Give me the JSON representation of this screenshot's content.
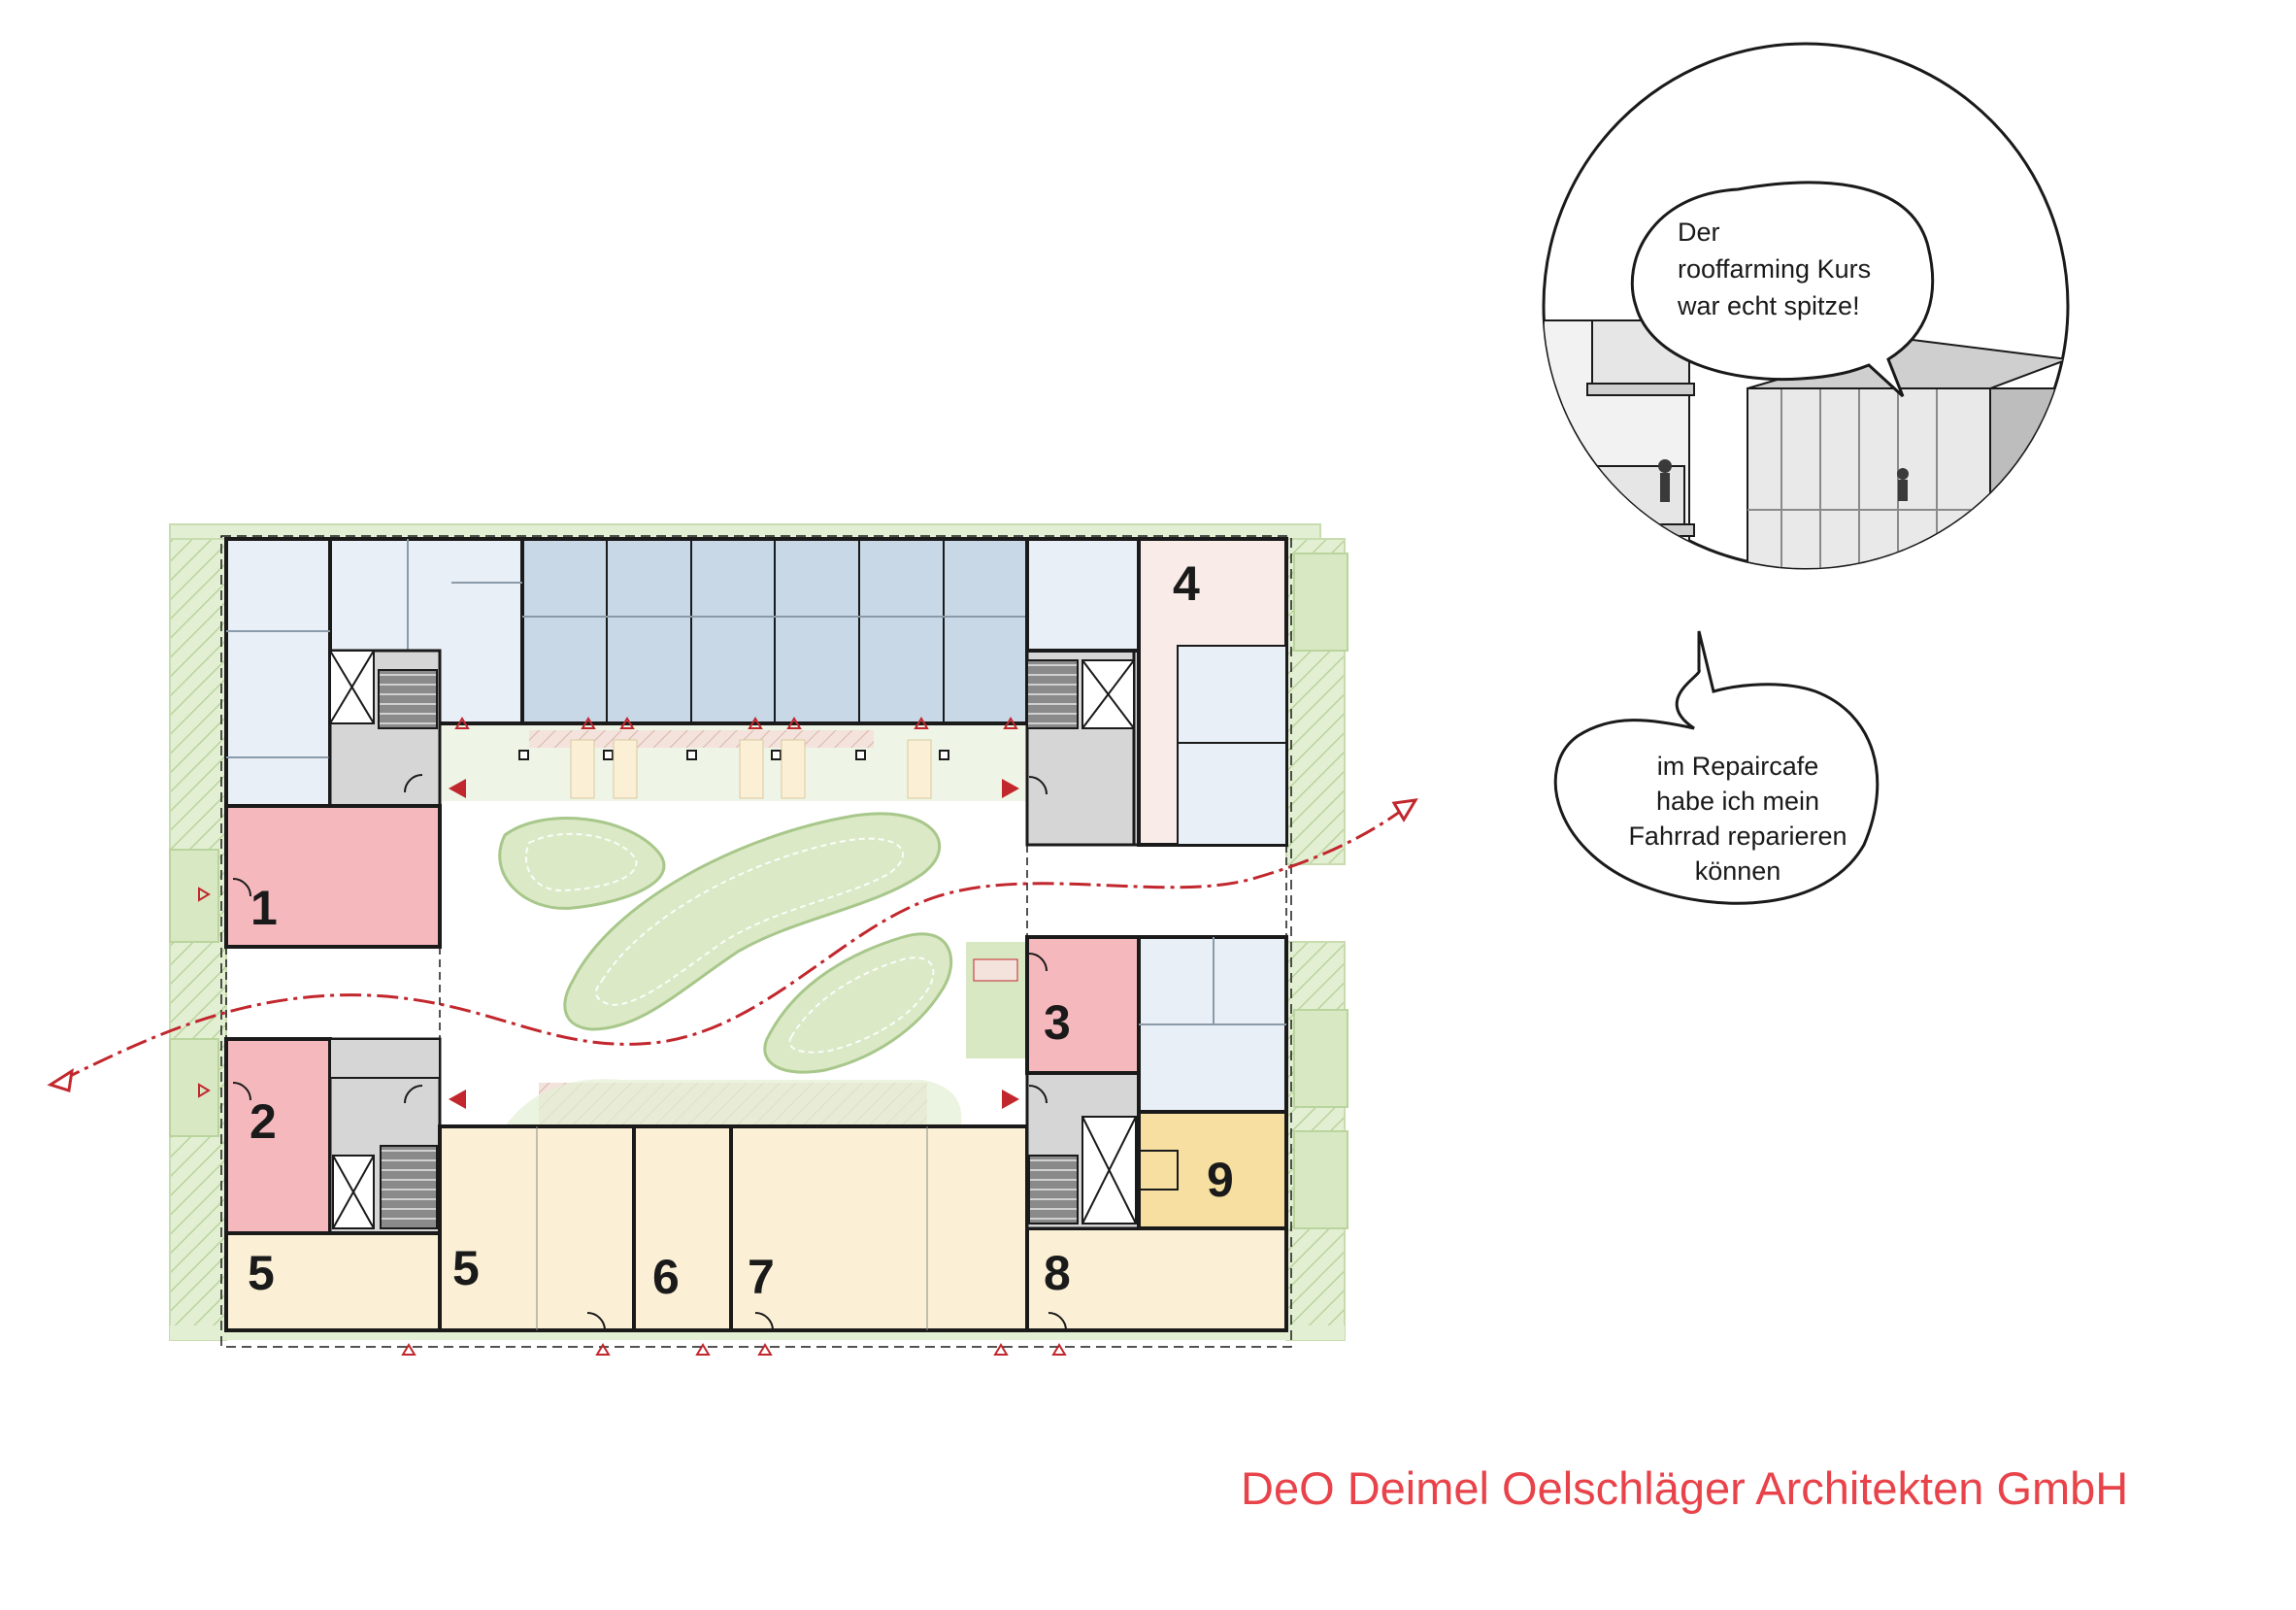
{
  "floor_plan": {
    "unit_labels": [
      "1",
      "2",
      "3",
      "4",
      "5",
      "5",
      "6",
      "7",
      "8",
      "9"
    ],
    "colors": {
      "greenery": "#e3efd3",
      "greenery_hatch": "#b9d49d",
      "housing_blue": "#c8d8e6",
      "housing_light_blue": "#e8eff6",
      "community_pink": "#f5b9bd",
      "commercial_cream": "#fbf0d6",
      "highlight_yellow": "#f6dfa1",
      "core_gray": "#d6d6d6",
      "light_pink": "#f8ebe8",
      "route_red": "#c1272d"
    }
  },
  "vignette": {
    "bubble_top": [
      "Der",
      "rooffarming Kurs",
      "war echt spitze!"
    ],
    "bubble_bottom": [
      "im Repaircafe",
      "habe ich mein",
      "Fahrrad reparieren",
      "können"
    ]
  },
  "credit": "DeO Deimel Oelschläger Architekten GmbH"
}
